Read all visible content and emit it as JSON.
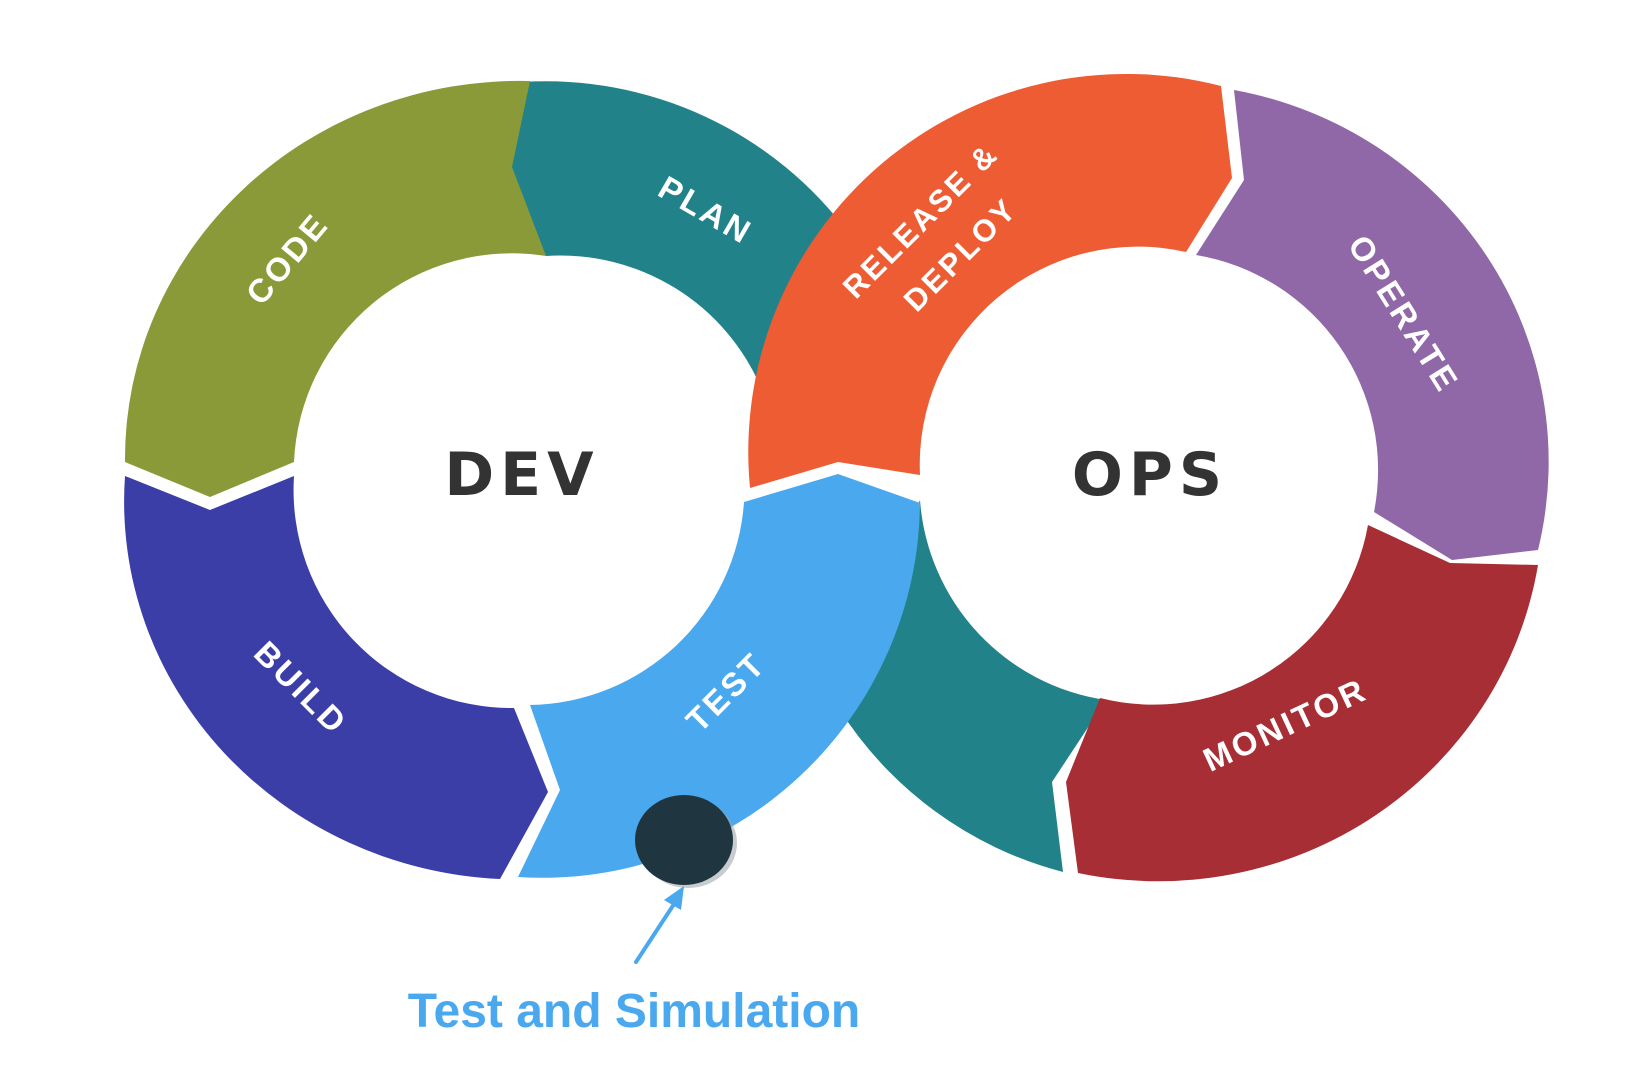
{
  "diagram": {
    "dev_loop": {
      "hub_label": "DEV",
      "segments": [
        {
          "key": "plan",
          "label": "PLAN",
          "color": "#22828a"
        },
        {
          "key": "code",
          "label": "CODE",
          "color": "#8a9a38"
        },
        {
          "key": "build",
          "label": "BUILD",
          "color": "#3a3ea6"
        },
        {
          "key": "test",
          "label": "TEST",
          "color": "#4aa8ee"
        }
      ]
    },
    "ops_loop": {
      "hub_label": "OPS",
      "segments": [
        {
          "key": "release_deploy",
          "label_line1": "RELEASE &",
          "label_line2": "DEPLOY",
          "color": "#ee5c34"
        },
        {
          "key": "operate",
          "label": "OPERATE",
          "color": "#9068a8"
        },
        {
          "key": "monitor",
          "label": "MONITOR",
          "color": "#a62e34"
        },
        {
          "key": "return",
          "color": "#22828a"
        }
      ]
    },
    "marker": {
      "color": "#1f3540"
    },
    "annotation": {
      "text": "Test and Simulation",
      "color": "#4aa8ee"
    }
  }
}
